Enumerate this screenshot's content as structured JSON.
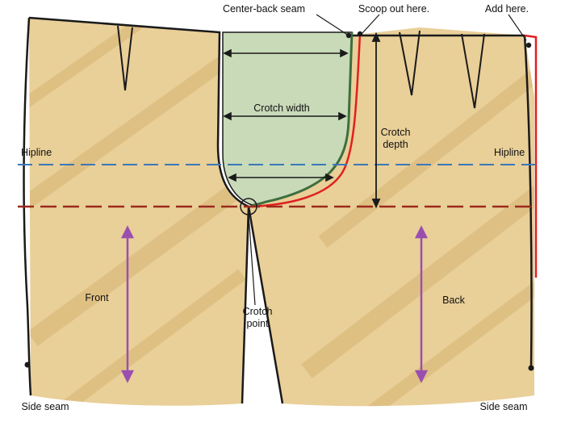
{
  "labels": {
    "center_back_seam": "Center-back seam",
    "scoop_out_here": "Scoop out here.",
    "add_here": "Add here.",
    "crotch_width": "Crotch width",
    "crotch_depth_line1": "Crotch",
    "crotch_depth_line2": "depth",
    "hipline_left": "Hipline",
    "hipline_right": "Hipline",
    "front": "Front",
    "back": "Back",
    "crotch_point_line1": "Crotch",
    "crotch_point_line2": "point",
    "side_seam_left": "Side seam",
    "side_seam_right": "Side seam"
  },
  "colors": {
    "fabric": "#e9cf98",
    "fabric_streak": "#d8b574",
    "crotch_area": "#c8dab8",
    "outline": "#1a1a1a",
    "alteration": "#e02020",
    "hipline": "#3a78b8",
    "crotch_line": "#9c2a1c",
    "grainline": "#9a4fb0"
  }
}
